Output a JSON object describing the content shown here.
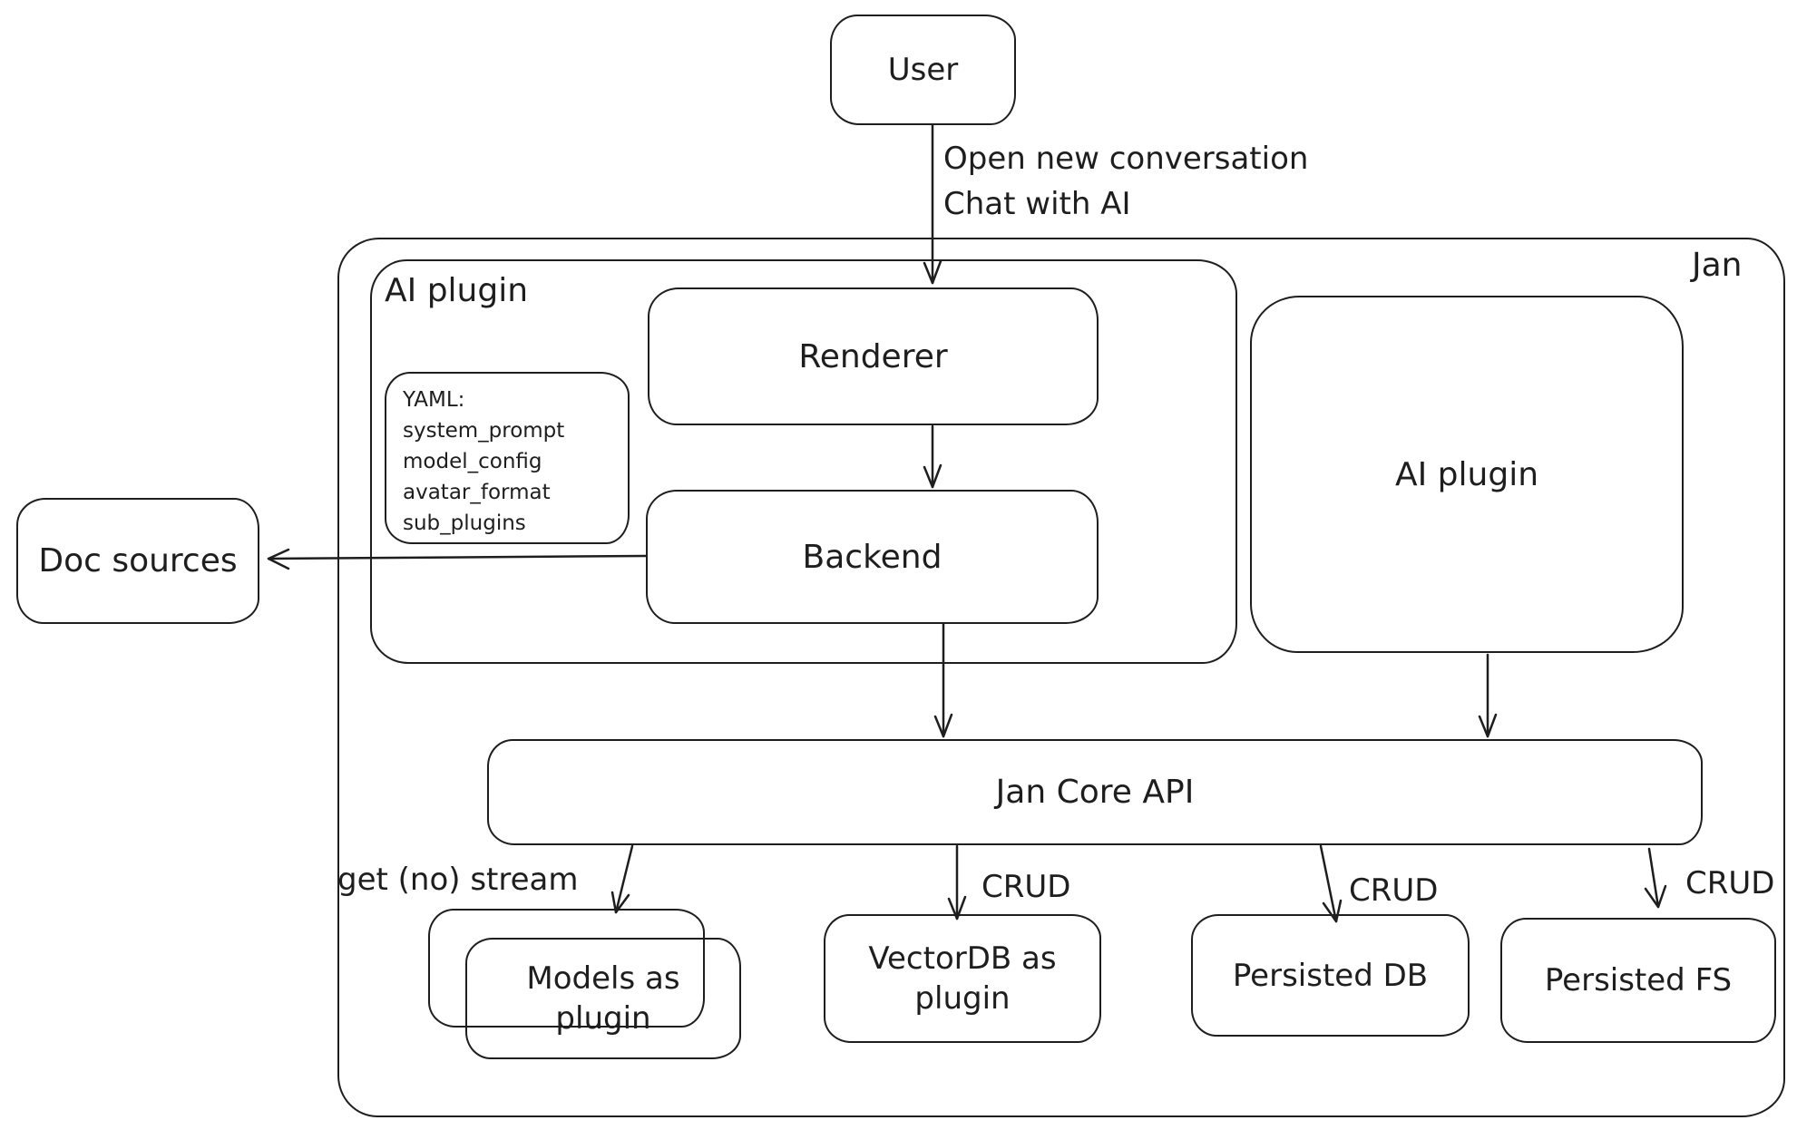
{
  "nodes": {
    "user": "User",
    "jan": "Jan",
    "ai_plugin_left": "AI plugin",
    "renderer": "Renderer",
    "backend": "Backend",
    "doc_sources": "Doc sources",
    "ai_plugin_right": "AI plugin",
    "jan_core_api": "Jan Core API",
    "models_plugin": "Models as plugin",
    "vectordb_plugin": "VectorDB as plugin",
    "persisted_db": "Persisted DB",
    "persisted_fs": "Persisted FS"
  },
  "yaml_note": {
    "title": "YAML:",
    "fields": [
      "system_prompt",
      "model_config",
      "avatar_format",
      "sub_plugins"
    ]
  },
  "edge_labels": {
    "user_to_renderer": [
      "Open new conversation",
      "Chat with AI"
    ],
    "jan_core_to_models": "get (no) stream",
    "jan_core_to_vectordb": "CRUD",
    "jan_core_to_persisted_db": "CRUD",
    "jan_core_to_persisted_fs": "CRUD"
  },
  "colors": {
    "stroke": "#1e1e1e",
    "background": "#ffffff"
  }
}
